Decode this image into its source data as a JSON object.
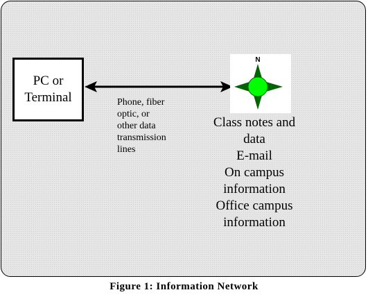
{
  "endpoint_left": {
    "line1": "PC or",
    "line2": "Terminal"
  },
  "link_label": [
    "Phone, fiber",
    "optic, or",
    "other data",
    "transmission",
    "lines"
  ],
  "compass": {
    "north_label": "N",
    "fill_color": "#00ff00",
    "point_color": "#006400"
  },
  "services": [
    "Class notes and",
    "data",
    "E-mail",
    "On campus",
    "information",
    "Office campus",
    "information"
  ],
  "caption": "Figure 1: Information Network"
}
